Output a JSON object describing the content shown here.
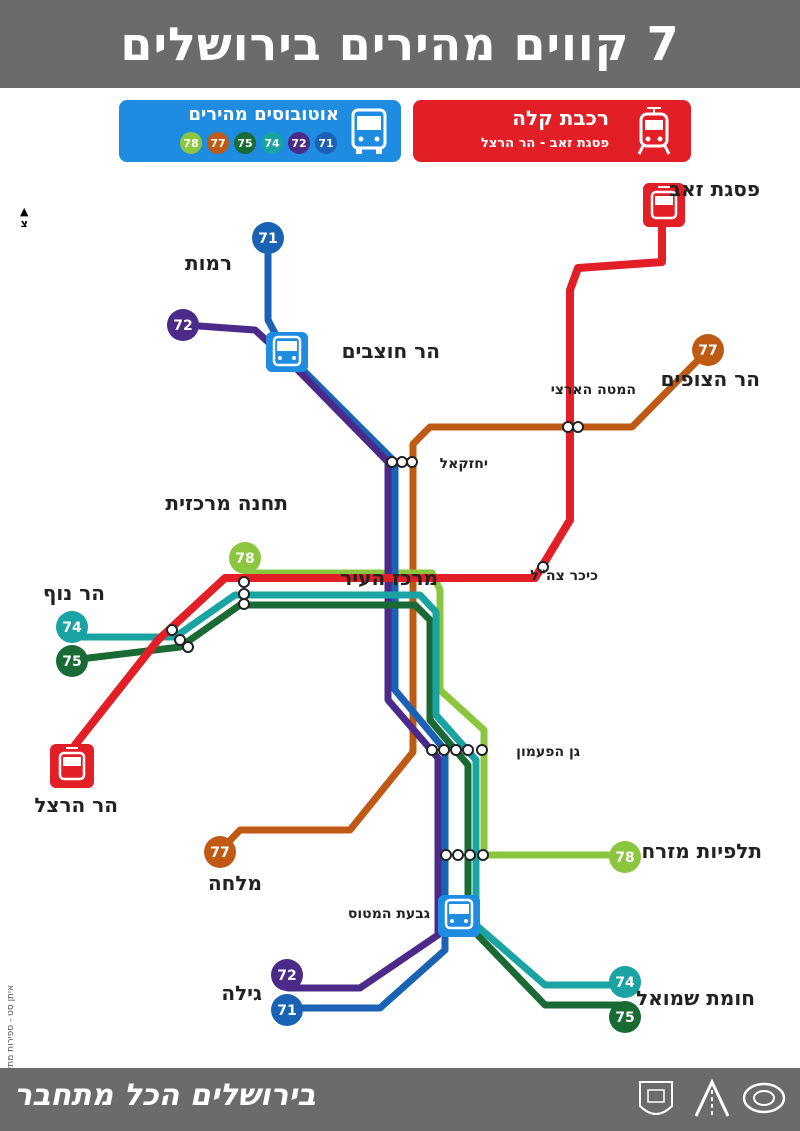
{
  "header": {
    "title": "7 קווים מהירים בירושלים"
  },
  "legend": {
    "light_rail": {
      "title": "רכבת קלה",
      "subtitle": "פסגת זאב - הר הרצל",
      "color": "#e21f26"
    },
    "buses": {
      "title": "אוטובוסים מהירים",
      "color": "#1e8ce0",
      "lines": [
        {
          "number": "71",
          "color": "#1a62b4"
        },
        {
          "number": "72",
          "color": "#4b2a8a"
        },
        {
          "number": "74",
          "color": "#1aa3a3"
        },
        {
          "number": "75",
          "color": "#1a6a36"
        },
        {
          "number": "77",
          "color": "#bf5a14"
        },
        {
          "number": "78",
          "color": "#8cc63f"
        }
      ]
    }
  },
  "north_marker": "צ",
  "stations": {
    "pisgat_zeev": "פסגת זאב",
    "ramot": "רמות",
    "har_hotzvim": "הר חוצבים",
    "har_hatzofim": "הר הצופים",
    "hamate_haartzi": "המטה הארצי",
    "yehezkel": "יחזקאל",
    "tahana_merkazit": "תחנה מרכזית",
    "merkaz_hair": "מרכז העיר",
    "kikar_tzahal": "כיכר צה\"ל",
    "har_nof": "הר נוף",
    "har_herzl": "הר הרצל",
    "gan_hapaamon": "גן הפעמון",
    "talpiot_mizrah": "תלפיות מזרח",
    "malha": "מלחה",
    "givat_hamatos": "גבעת המטוס",
    "gilo": "גילה",
    "homat_shmuel": "חומת שמואל"
  },
  "footer": {
    "slogan": "בירושלים הכל מתחבר",
    "credit": "איתן סט - ספירות מתא"
  }
}
